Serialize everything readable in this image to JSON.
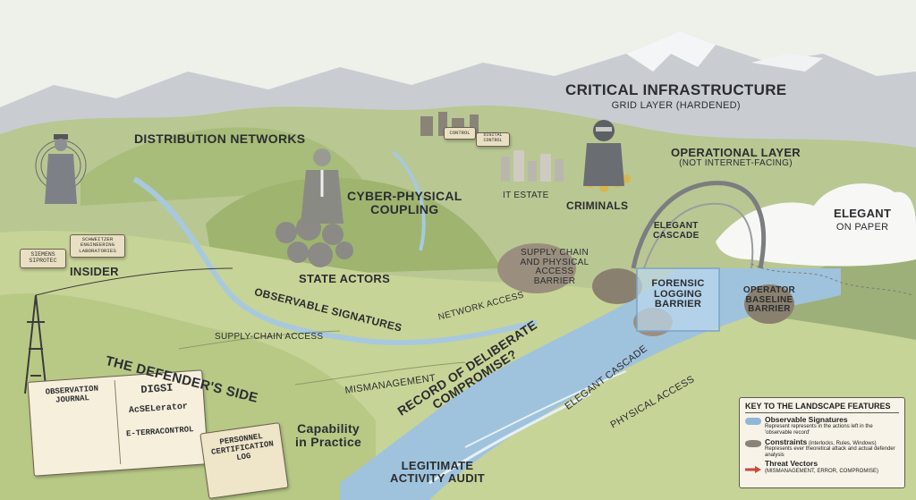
{
  "labels": {
    "critical_infrastructure": "CRITICAL INFRASTRUCTURE",
    "grid_layer": "GRID LAYER (HARDENED)",
    "distribution_networks": "DISTRIBUTION NETWORKS",
    "operational_layer": "OPERATIONAL LAYER",
    "not_internet_facing": "(NOT INTERNET-FACING)",
    "cyber_physical": "CYBER-PHYSICAL",
    "coupling": "COUPLING",
    "it_estate": "IT ESTATE",
    "criminals": "CRIMINALS",
    "elegant_on_paper_1": "ELEGANT",
    "elegant_on_paper_2": "ON PAPER",
    "elegant_cascade_bridge_1": "ELEGANT",
    "elegant_cascade_bridge_2": "CASCADE",
    "supply_chain_barrier": "SUPPLY CHAIN AND PHYSICAL ACCESS BARRIER",
    "insider": "INSIDER",
    "state_actors": "STATE ACTORS",
    "forensic_logging_barrier": "FORENSIC LOGGING BARRIER",
    "operator_baseline_barrier": "OPERATOR BASELINE BARRIER",
    "observable_signatures": "OBSERVABLE SIGNATURES",
    "network_access": "NETWORK ACCESS",
    "supply_chain_access": "SUPPLY-CHAIN ACCESS",
    "record_of_deliberate": "RECORD OF DELIBERATE",
    "compromise": "COMPROMISE?",
    "the_defenders_side": "THE DEFENDER'S SIDE",
    "mismanagement": "MISMANAGEMENT",
    "elegant_cascade": "ELEGANT CASCADE",
    "physical_access": "PHYSICAL ACCESS",
    "capability_in_practice_1": "Capability",
    "capability_in_practice_2": "in Practice",
    "legitimate_activity_audit_1": "LEGITIMATE",
    "legitimate_activity_audit_2": "ACTIVITY AUDIT"
  },
  "signs": {
    "siemens": "SIEMENS SIPROTEC",
    "schweitzer": "SCHWEITZER ENGINEERING LABORATORIES",
    "control_sign_1": "CONTROL",
    "control_sign_2": "DIGITAL CONTROL"
  },
  "journal": {
    "title": "OBSERVATION JOURNAL",
    "digsi": "DIGSI",
    "acselerator": "AcSELerator",
    "eterracontrol": "E-TERRACONTROL"
  },
  "cert_log": {
    "title": "PERSONNEL CERTIFICATION LOG"
  },
  "legend": {
    "title": "KEY TO THE LANDSCAPE FEATURES",
    "items": [
      {
        "name": "Observable Signatures",
        "desc": "Represent represents in the actions left in the 'observable record'",
        "color": "#8fb8d8"
      },
      {
        "name": "Constraints",
        "suffix": " (interlocks, Rules, Windows)",
        "desc": "Represents ever theoretical attack and actual defender analysis",
        "color": "#8a8478"
      },
      {
        "name": "Threat Vectors",
        "desc": "(MISMANAGEMENT, ERROR, COMPROMISE)",
        "color": "#c9493a"
      }
    ]
  },
  "colors": {
    "sky": "#eef0ea",
    "mountain": "#c9cdd2",
    "hills": "#a9bd7a",
    "valley": "#c7d497",
    "river": "#9fc3dd",
    "rock": "#9a8f7e",
    "ink": "#2b2d30"
  }
}
